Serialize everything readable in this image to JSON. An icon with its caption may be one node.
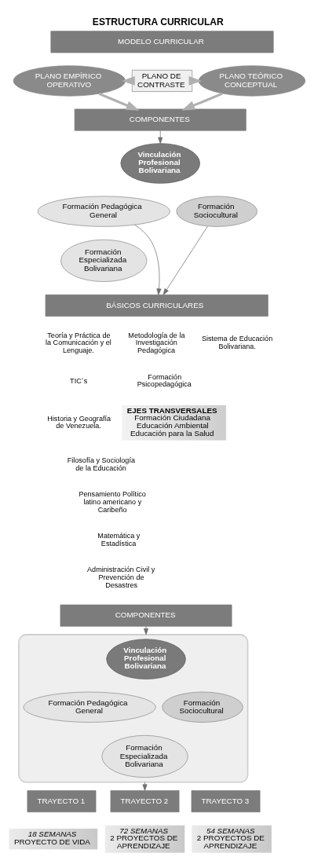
{
  "diagram": {
    "title": "ESTRUCTURA CURRICULAR",
    "nodes": [
      {
        "text": [
          "MODELO CURRICULAR"
        ]
      },
      {
        "text": [
          "PLANO EMPÍRICO OPERATIVO"
        ]
      },
      {
        "text": [
          "PLANO DE CONTRASTE"
        ]
      },
      {
        "text": [
          "PLANO TEÓRICO CONCEPTUAL"
        ]
      },
      {
        "text": [
          "COMPONENTES"
        ]
      },
      {
        "text": [
          "Vinculación Profesional Bolivariana"
        ]
      },
      {
        "text": [
          "Formación Pedagógica General"
        ]
      },
      {
        "text": [
          "Formación Sociocultural"
        ]
      },
      {
        "text": [
          "Formación Especializada Bolivariana"
        ]
      },
      {
        "text": [
          "BÁSICOS CURRICULARES"
        ]
      },
      {
        "text": [
          "EJES TRANSVERSALES",
          "Formación Ciudadana Educación Ambiental Educación para la Salud"
        ]
      },
      {
        "text": [
          "COMPONENTES"
        ]
      },
      {
        "text": [],
        "shape": "ellipse"
      },
      {
        "text": [
          "Vinculación Profesional Bolivariana"
        ],
        "in": 12
      },
      {
        "text": [
          "Formación Pedagógica General"
        ],
        "in": 12
      },
      {
        "text": [
          "Formación Sociocultural"
        ],
        "in": 12
      },
      {
        "text": [
          "Formación Especializada Bolivariana"
        ],
        "in": 12
      },
      {
        "text": [
          "TRAYECTO 1"
        ]
      },
      {
        "text": [
          "18 SEMANAS",
          "PROYECTO DE VIDA"
        ]
      },
      {
        "text": [
          "TRAYECTO 2"
        ]
      },
      {
        "text": [
          "72 SEMANAS",
          "2 PROYECTOS DE APRENDIZAJE"
        ]
      },
      {
        "text": [
          "TRAYECTO 3"
        ]
      },
      {
        "text": [
          "54 SEMANAS",
          "2 PROYECTOS DE APRENDIZAJE"
        ]
      }
    ],
    "edges": [
      {
        "from": 2,
        "to": 1,
        "arrow": "to",
        "style": "thick",
        "color": "#b0b0b0"
      },
      {
        "from": 2,
        "to": 3,
        "arrow": "to",
        "style": "thick",
        "color": "#b0b0b0"
      },
      {
        "from": 1,
        "to": 4,
        "arrow": "to",
        "style": "thick",
        "color": "#b0b0b0"
      },
      {
        "from": 3,
        "to": 4,
        "arrow": "to",
        "style": "thick",
        "color": "#b0b0b0"
      },
      {
        "from": 4,
        "to": 5,
        "arrow": "to"
      },
      {
        "from": 6,
        "to": 9,
        "arrow": "to"
      },
      {
        "from": 7,
        "to": 9,
        "arrow": "to"
      },
      {
        "from": 11,
        "to": 12,
        "arrow": "to"
      },
      {
        "from": 12,
        "to": 19,
        "arrow": "to"
      }
    ],
    "labels": [
      "Teoría y Práctica de la Comunicación y el Lenguaje.",
      "TIC´s",
      "Historia y Geografía de Venezuela.",
      "Filosofía y Sociología de la Educación",
      "Pensamiento Político latino americano y Caribeño",
      "Matemática y Estadística",
      "Administración Civil y Prevención de Desastres",
      "Metodología de la Investigación Pedagógica",
      "Formación Psicopedagógica",
      "Sistema de Educación Bolivariana."
    ]
  }
}
